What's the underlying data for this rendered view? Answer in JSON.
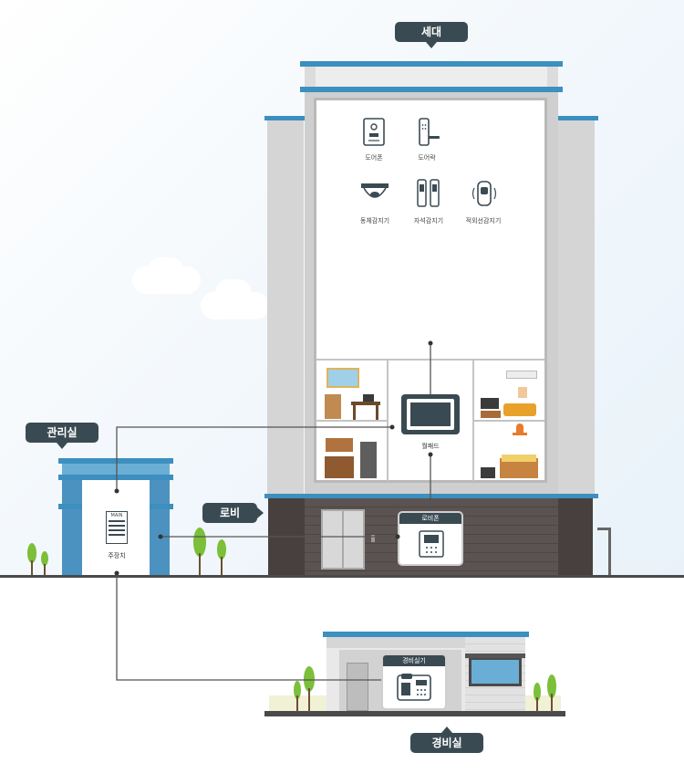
{
  "tags": {
    "household": "세대",
    "management": "관리실",
    "lobby": "로비",
    "guardroom": "경비실"
  },
  "devices": {
    "door_phone": "도어폰",
    "door_lock": "도어락",
    "motion_sensor": "동체감지기",
    "magnetic_sensor": "자석감지기",
    "infrared_sensor": "적외선감지기"
  },
  "wallpad": {
    "label": "월패드"
  },
  "lobbyphone": {
    "label": "로비폰"
  },
  "main_unit": {
    "badge": "MAIN",
    "label": "주장치"
  },
  "guard_unit": {
    "label": "경비실기"
  },
  "colors": {
    "tag_bg": "#3a4a52",
    "roof_blue": "#3c8fbf",
    "building_gray": "#d8d8d8",
    "lobby_dark": "#55504f",
    "wire": "#555555"
  }
}
